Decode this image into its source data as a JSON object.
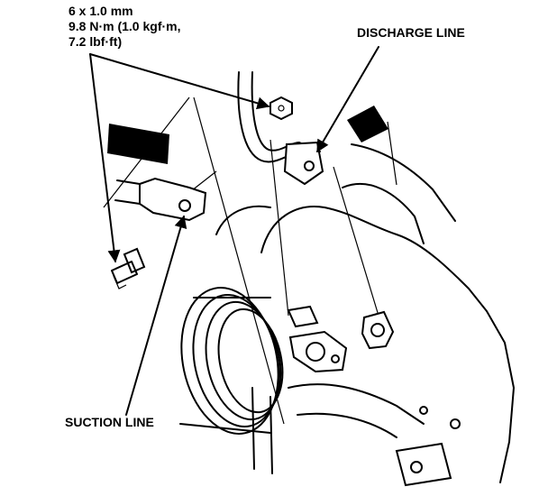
{
  "spec": {
    "size": "6 x 1.0 mm",
    "torque_metric": "9.8 N·m (1.0 kgf·m,",
    "torque_imperial": "7.2 lbf·ft)"
  },
  "labels": {
    "discharge_line": "DISCHARGE LINE",
    "suction_line": "SUCTION LINE"
  }
}
